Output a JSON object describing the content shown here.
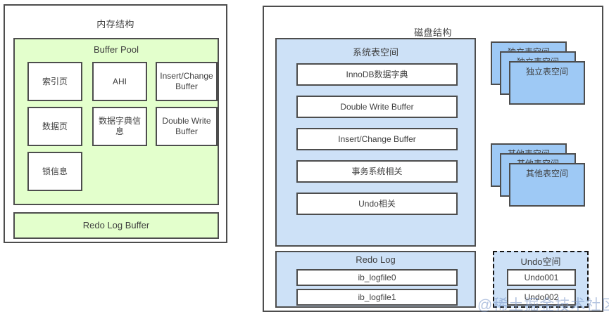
{
  "memory": {
    "title": "内存结构",
    "buffer_pool": {
      "title": "Buffer Pool",
      "cells": [
        {
          "label": "索引页"
        },
        {
          "label": "AHI"
        },
        {
          "label": "Insert/Change Buffer"
        },
        {
          "label": "数据页"
        },
        {
          "label": "数据字典信息"
        },
        {
          "label": "Double Write Buffer"
        },
        {
          "label": "锁信息"
        }
      ]
    },
    "redo_log_buffer": "Redo Log Buffer"
  },
  "disk": {
    "title": "磁盘结构",
    "system_tablespace": {
      "title": "系统表空间",
      "items": [
        "InnoDB数据字典",
        "Double Write Buffer",
        "Insert/Change Buffer",
        "事务系统相关",
        "Undo相关"
      ]
    },
    "independent_tablespace": {
      "label": "独立表空间",
      "count": 3
    },
    "other_tablespace": {
      "label": "其他表空间",
      "count": 3
    },
    "redo_log": {
      "title": "Redo Log",
      "items": [
        "ib_logfile0",
        "ib_logfile1"
      ]
    },
    "undo_space": {
      "title": "Undo空间",
      "items": [
        "Undo001",
        "Undo002"
      ]
    }
  },
  "watermark": "@稀土掘金技术社区",
  "colors": {
    "memory_fill": "#e3ffcc",
    "disk_fill": "#cde1f7",
    "tablespace_fill": "#9ec9f5",
    "border": "#4d4d4d",
    "text": "#3f3f3f"
  }
}
